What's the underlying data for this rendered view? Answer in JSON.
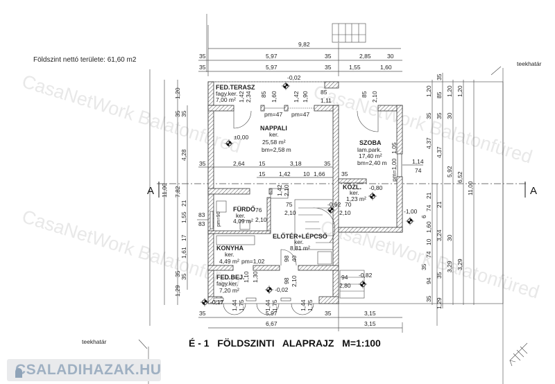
{
  "sheet": {
    "area_note": "Földszint nettó területe: 61,60 m2",
    "property_line_label": "teekhatár",
    "title": "É - 1   FÖLDSZINTI   ALAPRAJZ   M=1:100",
    "section_mark": "A",
    "watermark": "CasaNetWork Balatonfüred",
    "logo_text": "CSALADIHAZAK.HU"
  },
  "rooms": {
    "terrace": {
      "name": "FED.TERASZ",
      "floor": "fagy.ker.",
      "area": "7,00 m²"
    },
    "living": {
      "name": "NAPPALI",
      "floor": "ker.",
      "area": "25,58 m²",
      "height": "bm=2,58 m"
    },
    "bedroom": {
      "name": "SZOBA",
      "floor": "lam.park.",
      "area": "17,40 m²",
      "height": "bm=2,40 m"
    },
    "corridor": {
      "name": "KÖZL.",
      "floor": "ker.",
      "area": "1,23 m²"
    },
    "bathroom": {
      "name": "FÜRDŐ",
      "floor": "ker.",
      "area": "4,09 m²"
    },
    "hall": {
      "name": "ELŐTÉR+LÉPCSŐ",
      "floor": "ker.",
      "area": "8,81 m²"
    },
    "kitchen": {
      "name": "KONYHA",
      "floor": "ker.",
      "area": "4,49 m²",
      "sill": "pm=1,02"
    },
    "entrance": {
      "name": "FED.BEJ.",
      "floor": "fagy.ker.",
      "area": "7,20 m²"
    }
  },
  "levels": [
    "-0,02",
    "±0,00",
    "-0,80",
    "-0,62",
    "-1,00",
    "-0,02",
    "-0,82",
    "-0,17"
  ],
  "dims": {
    "top": [
      "9,82",
      "35",
      "5,97",
      "35",
      "2,85",
      "30",
      "35",
      "5,97",
      "35",
      "1,55",
      "1,60"
    ],
    "bottom": [
      "35",
      "5,97",
      "35",
      "3,15",
      "6,67",
      "3,15"
    ],
    "left_outer": "11,00",
    "left_mid": [
      "1,20",
      "35",
      "7,82",
      "35",
      "1,29"
    ],
    "left_inner": [
      "35",
      "4,28",
      "21",
      "1,55",
      "17",
      "1,61",
      "35"
    ],
    "right_1": [
      "1,20",
      "35",
      "4,37",
      "21",
      "74",
      "6",
      "1,60",
      "10",
      "74",
      "35",
      "94",
      "35"
    ],
    "right_2": [
      "35",
      "85",
      "35",
      "4,37",
      "21",
      "3,24",
      "35",
      "1,29"
    ],
    "right_3": [
      "1,20",
      "30",
      "5,92",
      "30",
      "3,29"
    ],
    "right_4": [
      "1,20",
      "6,52",
      "3,29"
    ],
    "right_5": "11,00",
    "interior": [
      "1,42",
      "2,34",
      "85",
      "1,60",
      "1,42",
      "1,90",
      "85",
      "1,11",
      "85",
      "2,10",
      "pm=47",
      "pm=47",
      "35",
      "2,64",
      "15",
      "3,18",
      "35",
      "15",
      "1,42",
      "10",
      "1,66",
      "35",
      "1,05",
      "pm=1,00",
      "1,14",
      "74",
      "1,42",
      "2,10",
      "75",
      "2,10",
      "70",
      "2,10",
      "76",
      "2,10",
      "pm=90",
      "83",
      "83",
      "98",
      "40",
      "1,10",
      "1,30",
      "98",
      "2,10",
      "94",
      "2,80",
      "1,44",
      "1,75",
      "1,44",
      "1,75",
      "1,44",
      "1,75"
    ]
  }
}
